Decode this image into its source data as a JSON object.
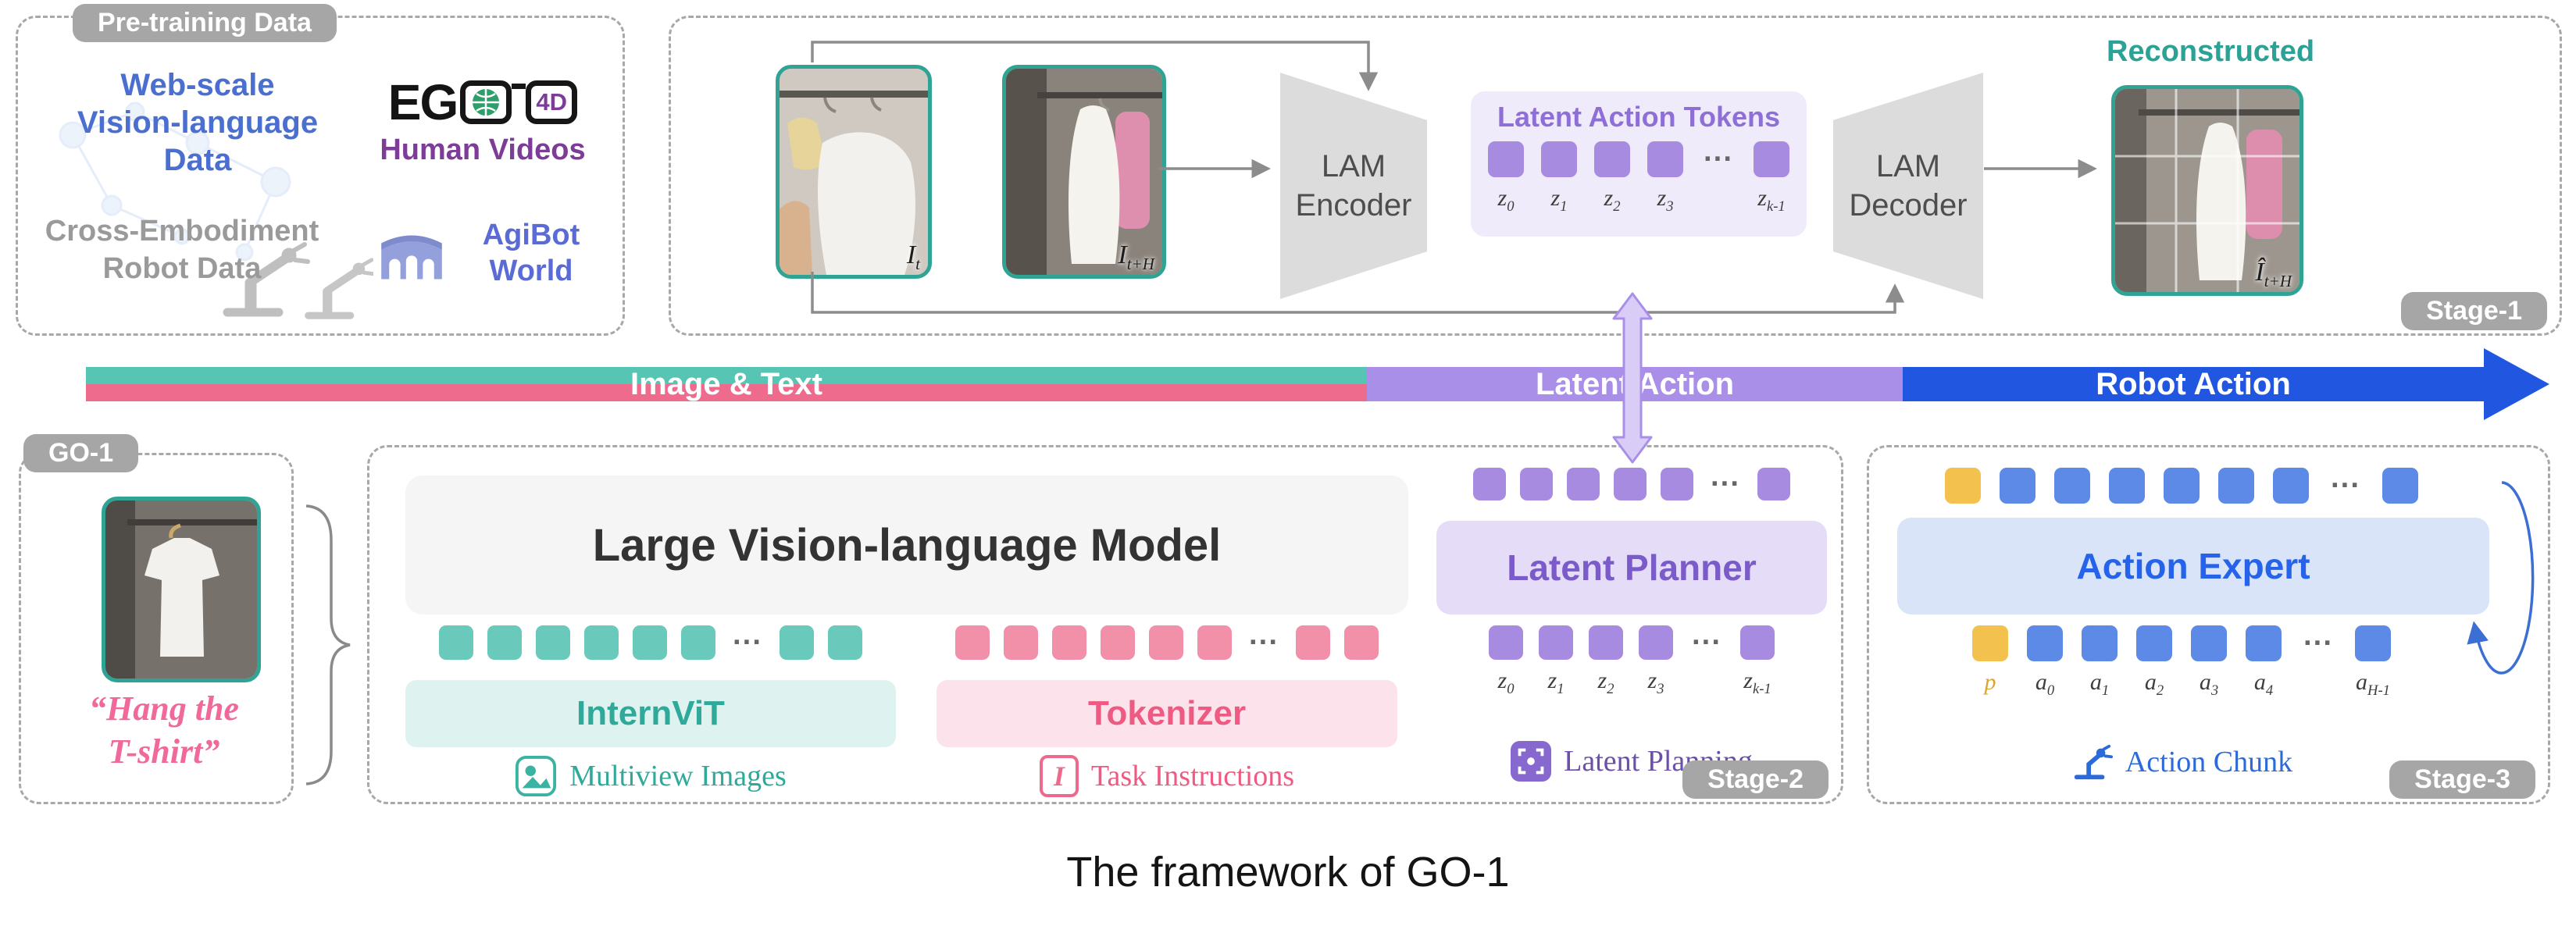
{
  "pretraining": {
    "badge": "Pre-training Data",
    "web_scale": "Web-scale\nVision-language\nData",
    "ego_eg": "EG",
    "ego_4d": "4D",
    "human_videos": "Human Videos",
    "cross_embodiment": "Cross-Embodiment\nRobot Data",
    "agibot_world": "AgiBot\nWorld"
  },
  "stage1": {
    "badge": "Stage-1",
    "encoder_label": "LAM\nEncoder",
    "decoder_label": "LAM\nDecoder",
    "tokens_title": "Latent Action Tokens",
    "reconstructed_label": "Reconstructed",
    "img_t": {
      "base": "I",
      "sub": "t"
    },
    "img_th": {
      "base": "I",
      "sub": "t+H"
    },
    "img_recon": {
      "base": "Î",
      "sub": "t+H"
    },
    "tokens": {
      "size": 46,
      "gap": 22,
      "items": [
        {
          "color": "#A78BE0",
          "label": {
            "base": "z",
            "sub": "0"
          }
        },
        {
          "color": "#A78BE0",
          "label": {
            "base": "z",
            "sub": "1"
          }
        },
        {
          "color": "#A78BE0",
          "label": {
            "base": "z",
            "sub": "2"
          }
        },
        {
          "color": "#A78BE0",
          "label": {
            "base": "z",
            "sub": "3"
          }
        },
        {
          "ellipsis": true
        },
        {
          "color": "#A78BE0",
          "label": {
            "base": "z",
            "sub": "k-1"
          }
        }
      ]
    }
  },
  "flow_bar": {
    "image_text_label": "Image & Text",
    "latent_action_label": "Latent Action",
    "robot_action_label": "Robot Action",
    "teal": "#56C5B4",
    "pink": "#EF6B8E",
    "purple": "#A98FE8",
    "blue": "#2056E0"
  },
  "go1": {
    "badge": "GO-1",
    "instruction": "“Hang the\nT-shirt”"
  },
  "stage2": {
    "badge": "Stage-2",
    "vlm_title": "Large Vision-language Model",
    "internvit_label": "InternViT",
    "tokenizer_label": "Tokenizer",
    "multiview_label": "Multiview Images",
    "task_label": "Task Instructions",
    "task_icon_glyph": "I",
    "planner_label": "Latent Planner",
    "planning_label": "Latent Planning",
    "teal_tokens": {
      "size": 44,
      "gap": 18,
      "items": [
        {
          "color": "#69C9BA"
        },
        {
          "color": "#69C9BA"
        },
        {
          "color": "#69C9BA"
        },
        {
          "color": "#69C9BA"
        },
        {
          "color": "#69C9BA"
        },
        {
          "color": "#69C9BA"
        },
        {
          "ellipsis": true
        },
        {
          "color": "#69C9BA"
        },
        {
          "color": "#69C9BA"
        }
      ]
    },
    "pink_tokens": {
      "size": 44,
      "gap": 18,
      "items": [
        {
          "color": "#F28FA9"
        },
        {
          "color": "#F28FA9"
        },
        {
          "color": "#F28FA9"
        },
        {
          "color": "#F28FA9"
        },
        {
          "color": "#F28FA9"
        },
        {
          "color": "#F28FA9"
        },
        {
          "ellipsis": true
        },
        {
          "color": "#F28FA9"
        },
        {
          "color": "#F28FA9"
        }
      ]
    },
    "purple_tokens_top": {
      "size": 42,
      "gap": 18,
      "items": [
        {
          "color": "#A78BE0"
        },
        {
          "color": "#A78BE0"
        },
        {
          "color": "#A78BE0"
        },
        {
          "color": "#A78BE0"
        },
        {
          "color": "#A78BE0"
        },
        {
          "ellipsis": true
        },
        {
          "color": "#A78BE0"
        }
      ]
    },
    "purple_tokens_bottom": {
      "size": 44,
      "gap": 20,
      "items": [
        {
          "color": "#A78BE0",
          "label": {
            "base": "z",
            "sub": "0"
          }
        },
        {
          "color": "#A78BE0",
          "label": {
            "base": "z",
            "sub": "1"
          }
        },
        {
          "color": "#A78BE0",
          "label": {
            "base": "z",
            "sub": "2"
          }
        },
        {
          "color": "#A78BE0",
          "label": {
            "base": "z",
            "sub": "3"
          }
        },
        {
          "ellipsis": true
        },
        {
          "color": "#A78BE0",
          "label": {
            "base": "z",
            "sub": "k-1"
          }
        }
      ]
    }
  },
  "stage3": {
    "badge": "Stage-3",
    "expert_label": "Action Expert",
    "chunk_label": "Action Chunk",
    "tokens_top": {
      "size": 46,
      "gap": 24,
      "items": [
        {
          "color": "#F2C14E"
        },
        {
          "color": "#5C8AE6"
        },
        {
          "color": "#5C8AE6"
        },
        {
          "color": "#5C8AE6"
        },
        {
          "color": "#5C8AE6"
        },
        {
          "color": "#5C8AE6"
        },
        {
          "color": "#5C8AE6"
        },
        {
          "ellipsis": true
        },
        {
          "color": "#5C8AE6"
        }
      ]
    },
    "tokens_bottom": {
      "size": 46,
      "gap": 24,
      "items": [
        {
          "color": "#F2C14E",
          "label": {
            "base": "p",
            "sub": ""
          },
          "label_color": "#D9A62E"
        },
        {
          "color": "#5C8AE6",
          "label": {
            "base": "a",
            "sub": "0"
          }
        },
        {
          "color": "#5C8AE6",
          "label": {
            "base": "a",
            "sub": "1"
          }
        },
        {
          "color": "#5C8AE6",
          "label": {
            "base": "a",
            "sub": "2"
          }
        },
        {
          "color": "#5C8AE6",
          "label": {
            "base": "a",
            "sub": "3"
          }
        },
        {
          "color": "#5C8AE6",
          "label": {
            "base": "a",
            "sub": "4"
          }
        },
        {
          "ellipsis": true
        },
        {
          "color": "#5C8AE6",
          "label": {
            "base": "a",
            "sub": "H-1"
          }
        }
      ]
    }
  },
  "icons": {
    "multiview_icon": "photo-frame",
    "task_icon": "italic-I",
    "planning_icon": "focus-target",
    "chunk_icon": "robot-arm",
    "agibot_icon": "colosseum",
    "ego_icon": "glasses-with-globe"
  },
  "caption": "The framework of GO-1"
}
